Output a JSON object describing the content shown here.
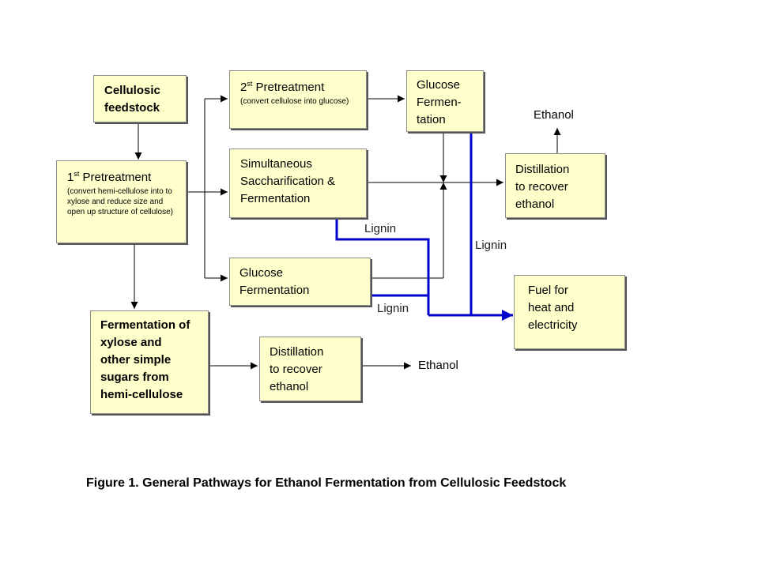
{
  "boxes": {
    "cellulosic": [
      "Cellulosic",
      "feedstock"
    ],
    "pretreat1": {
      "num": "1",
      "sup": "st",
      "title": " Pretreatment",
      "sub": "(convert hemi-cellulose into to xylose and reduce size and open up structure of cellulose)"
    },
    "pretreat2": {
      "num": "2",
      "sup": "st",
      "title": " Pretreatment",
      "sub": "(convert cellulose into glucose)"
    },
    "glucose_top": [
      "Glucose",
      "Fermen-",
      "tation"
    ],
    "ssf": [
      "Simultaneous",
      "Saccharification &",
      "Fermentation"
    ],
    "glucose_mid": [
      "Glucose",
      "Fermentation"
    ],
    "xylose": [
      "Fermentation of",
      "xylose and",
      "other simple",
      "sugars from",
      "hemi-cellulose"
    ],
    "distill_bottom": [
      "Distillation",
      "to recover",
      "ethanol"
    ],
    "distill_right": [
      "Distillation",
      "to recover",
      "ethanol"
    ],
    "fuel": [
      "Fuel for",
      "heat and",
      "electricity"
    ]
  },
  "labels": {
    "ethanol_top": "Ethanol",
    "ethanol_bottom": "Ethanol",
    "lignin_1": "Lignin",
    "lignin_2": "Lignin",
    "lignin_3": "Lignin"
  },
  "caption": "Figure 1. General Pathways for Ethanol Fermentation from Cellulosic Feedstock",
  "colors": {
    "box_fill": "#ffffcc",
    "lignin_line": "#0000cc",
    "arrow": "#000000"
  }
}
